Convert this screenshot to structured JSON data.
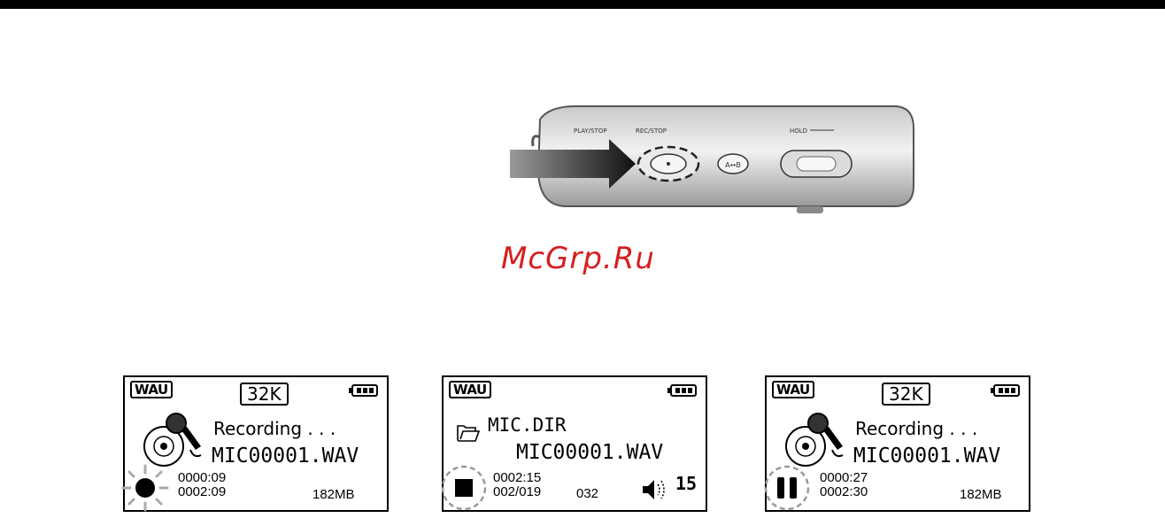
{
  "watermark": "McGrp.Ru",
  "device": {
    "labels": {
      "play_stop": "PLAY/STOP",
      "rec_stop": "REC/STOP",
      "hold": "HOLD",
      "ab_button": "A↔B"
    }
  },
  "screens": [
    {
      "format": "WAU",
      "bitrate": "32K",
      "status": "Recording . . .",
      "filename": "MIC00001.WAV",
      "time_elapsed": "0000:09",
      "time_remaining": "0002:09",
      "free_space": "182MB",
      "mode_icon": "record-dot-icon"
    },
    {
      "format": "WAU",
      "folder": "MIC.DIR",
      "filename": "MIC00001.WAV",
      "time_total": "0002:15",
      "track_index": "002/019",
      "track_number": "032",
      "volume": "15",
      "mode_icon": "stop-square-icon"
    },
    {
      "format": "WAU",
      "bitrate": "32K",
      "status": "Recording . . .",
      "filename": "MIC00001.WAV",
      "time_elapsed": "0000:27",
      "time_remaining": "0002:30",
      "free_space": "182MB",
      "mode_icon": "pause-icon"
    }
  ]
}
